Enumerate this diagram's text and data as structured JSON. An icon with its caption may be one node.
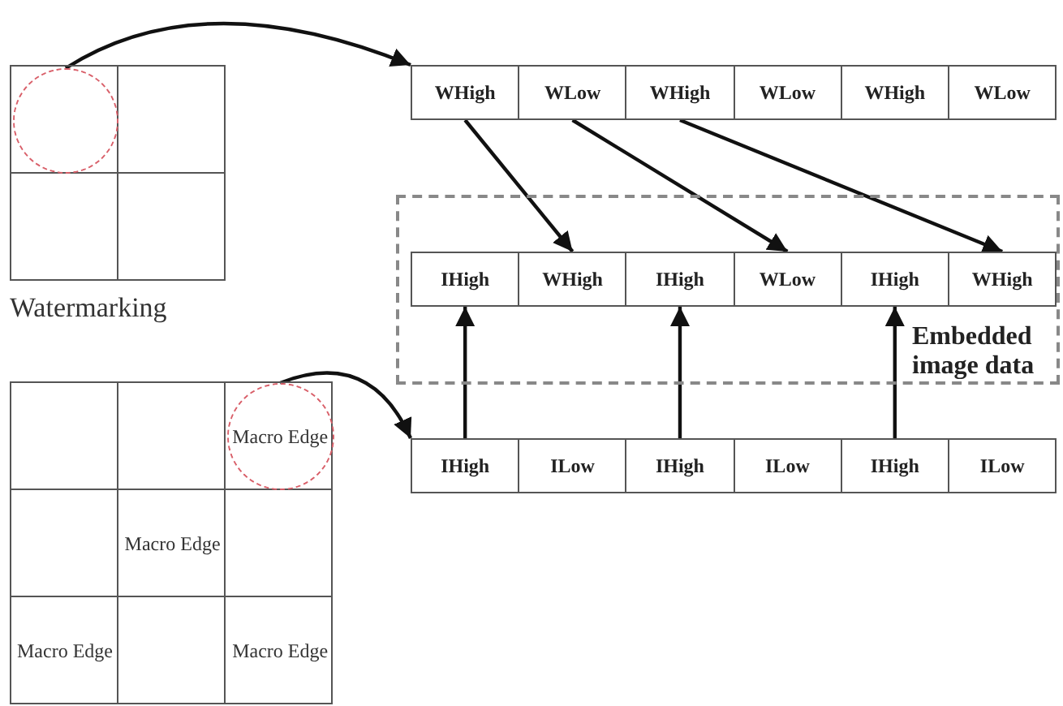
{
  "diagram": {
    "nodes": [
      {
        "text": [],
        "shape": "box"
      },
      {
        "text": [],
        "shape": "circle",
        "in": 0
      },
      {
        "text": [],
        "shape": "box"
      },
      {
        "text": [
          "WHigh"
        ],
        "in": 2
      },
      {
        "text": [
          "WLow"
        ],
        "in": 2
      },
      {
        "text": [
          "WHigh"
        ],
        "in": 2
      },
      {
        "text": [
          "WLow"
        ],
        "in": 2
      },
      {
        "text": [
          "WHigh"
        ],
        "in": 2
      },
      {
        "text": [
          "WLow"
        ],
        "in": 2
      },
      {
        "text": [
          "Embedded image data"
        ]
      },
      {
        "text": [],
        "shape": "box",
        "in": 9
      },
      {
        "text": [
          "IHigh"
        ],
        "in": 10
      },
      {
        "text": [
          "WHigh"
        ],
        "in": 10
      },
      {
        "text": [
          "IHigh"
        ],
        "in": 10
      },
      {
        "text": [
          "WLow"
        ],
        "in": 10
      },
      {
        "text": [
          "IHigh"
        ],
        "in": 10
      },
      {
        "text": [
          "WHigh"
        ],
        "in": 10
      },
      {
        "text": [],
        "shape": "box"
      },
      {
        "text": [
          "Macro Edge"
        ],
        "in": 17
      },
      {
        "text": [
          "Macro Edge"
        ],
        "in": 17
      },
      {
        "text": [
          "Macro Edge"
        ],
        "in": 17
      },
      {
        "text": [
          "Macro Edge"
        ],
        "in": 17
      },
      {
        "text": [],
        "shape": "box"
      },
      {
        "text": [
          "IHigh"
        ],
        "in": 22
      },
      {
        "text": [
          "ILow"
        ],
        "in": 22
      },
      {
        "text": [
          "IHigh"
        ],
        "in": 22
      },
      {
        "text": [
          "ILow"
        ],
        "in": 22
      },
      {
        "text": [
          "IHigh"
        ],
        "in": 22
      },
      {
        "text": [
          "ILow"
        ],
        "in": 22
      }
    ],
    "edges": [
      {
        "from": 1,
        "to": 2,
        "arrow": "to"
      },
      {
        "from": 3,
        "to": 12,
        "arrow": "to"
      },
      {
        "from": 4,
        "to": 14,
        "arrow": "to"
      },
      {
        "from": 5,
        "to": 16,
        "arrow": "to"
      },
      {
        "from": 18,
        "to": 22,
        "arrow": "to"
      },
      {
        "from": 23,
        "to": 11,
        "arrow": "to"
      },
      {
        "from": 25,
        "to": 13,
        "arrow": "to"
      },
      {
        "from": 27,
        "to": 15,
        "arrow": "to"
      }
    ],
    "labels": [
      "Watermarking"
    ]
  }
}
